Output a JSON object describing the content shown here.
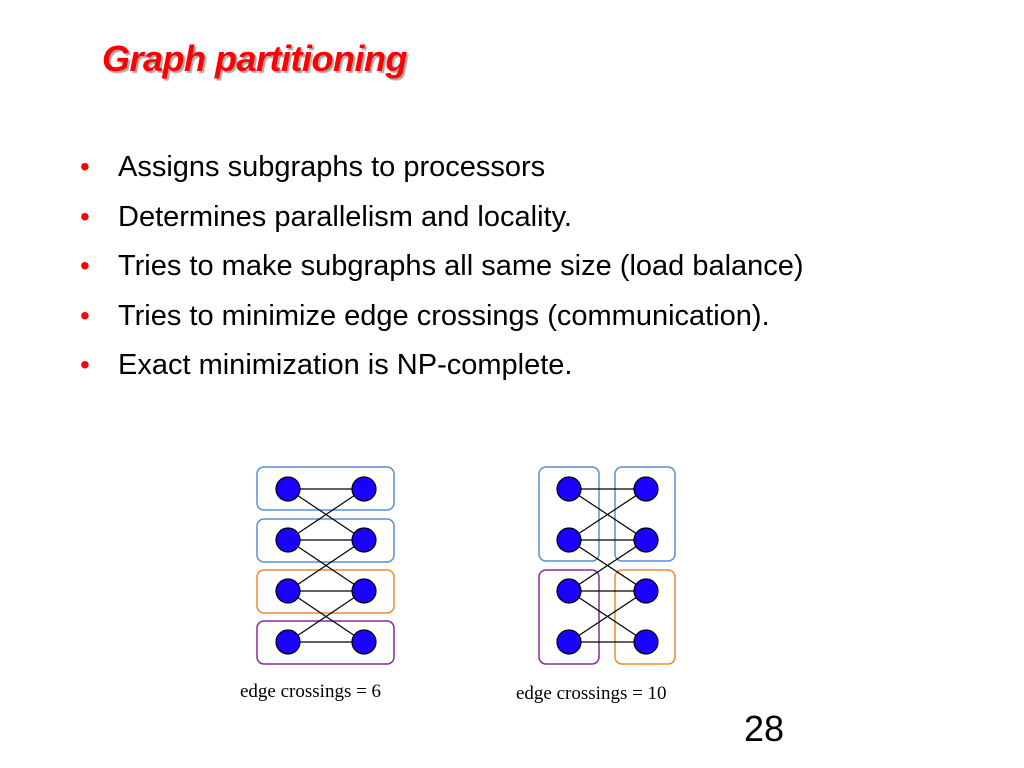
{
  "slide": {
    "title": "Graph partitioning",
    "bullets": [
      "Assigns subgraphs to processors",
      "Determines parallelism and locality.",
      "Tries to make subgraphs all same size (load balance)",
      "Tries to minimize edge crossings (communication).",
      "Exact minimization is NP-complete."
    ],
    "bullet_symbol": "•",
    "page_number": "28"
  },
  "colors": {
    "title": "#ff0000",
    "bullet": "#ff0000",
    "node_fill": "#1a00ff",
    "edge": "#000000",
    "partition_blue": "#5b8fd6",
    "partition_orange": "#f08a2a",
    "partition_purple": "#8a2a9a"
  },
  "diagrams": [
    {
      "caption": "edge crossings = 6",
      "partitions": [
        "blue",
        "blue",
        "orange",
        "purple"
      ]
    },
    {
      "caption": "edge crossings = 10",
      "partitions": [
        "blue",
        "blue",
        "purple",
        "orange"
      ]
    }
  ]
}
